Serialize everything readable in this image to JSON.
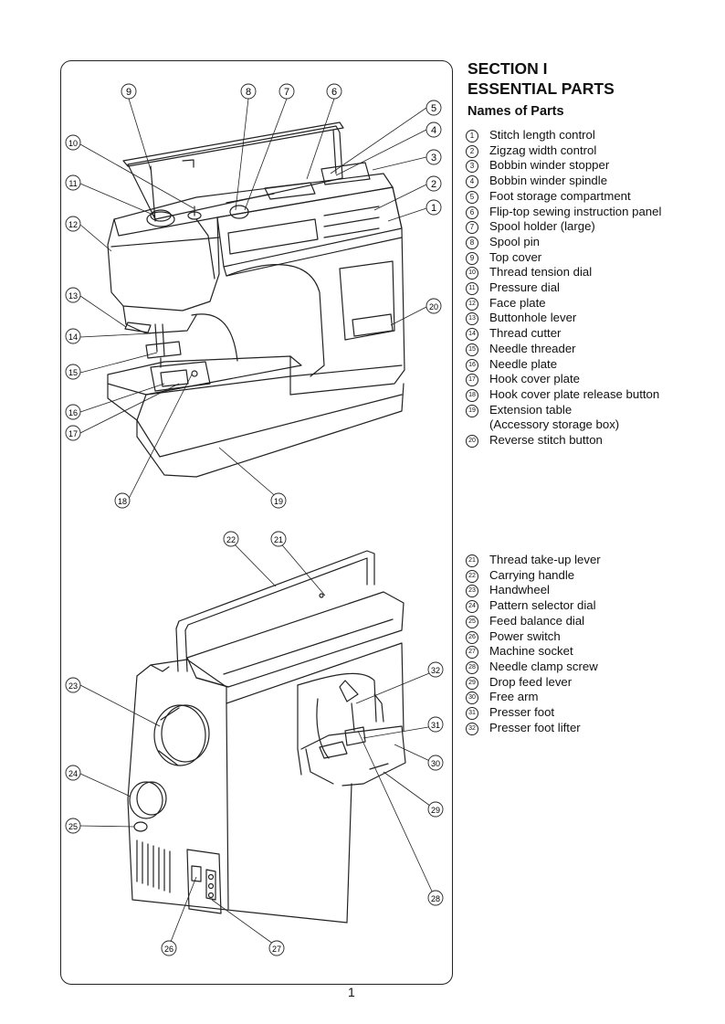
{
  "section": {
    "title_line1": "SECTION I",
    "title_line2": "ESSENTIAL PARTS",
    "subtitle": "Names of Parts"
  },
  "parts_top": [
    {
      "num": "1",
      "label": "Stitch length control"
    },
    {
      "num": "2",
      "label": "Zigzag width control"
    },
    {
      "num": "3",
      "label": "Bobbin winder stopper"
    },
    {
      "num": "4",
      "label": "Bobbin winder spindle"
    },
    {
      "num": "5",
      "label": "Foot storage compartment"
    },
    {
      "num": "6",
      "label": "Flip-top sewing instruction panel"
    },
    {
      "num": "7",
      "label": "Spool holder (large)"
    },
    {
      "num": "8",
      "label": "Spool pin"
    },
    {
      "num": "9",
      "label": "Top cover"
    },
    {
      "num": "10",
      "label": "Thread tension dial"
    },
    {
      "num": "11",
      "label": "Pressure dial"
    },
    {
      "num": "12",
      "label": "Face plate"
    },
    {
      "num": "13",
      "label": "Buttonhole lever"
    },
    {
      "num": "14",
      "label": "Thread cutter"
    },
    {
      "num": "15",
      "label": "Needle threader"
    },
    {
      "num": "16",
      "label": "Needle plate"
    },
    {
      "num": "17",
      "label": "Hook cover plate"
    },
    {
      "num": "18",
      "label": "Hook cover plate release button"
    },
    {
      "num": "19",
      "label": "Extension table",
      "label2": "(Accessory storage box)"
    },
    {
      "num": "20",
      "label": "Reverse stitch button"
    }
  ],
  "parts_bottom": [
    {
      "num": "21",
      "label": "Thread take-up lever"
    },
    {
      "num": "22",
      "label": "Carrying handle"
    },
    {
      "num": "23",
      "label": "Handwheel"
    },
    {
      "num": "24",
      "label": "Pattern selector dial"
    },
    {
      "num": "25",
      "label": "Feed balance dial"
    },
    {
      "num": "26",
      "label": "Power switch"
    },
    {
      "num": "27",
      "label": "Machine socket"
    },
    {
      "num": "28",
      "label": "Needle clamp screw"
    },
    {
      "num": "29",
      "label": "Drop feed lever"
    },
    {
      "num": "30",
      "label": "Free arm"
    },
    {
      "num": "31",
      "label": "Presser foot"
    },
    {
      "num": "32",
      "label": "Presser foot lifter"
    }
  ],
  "page_number": "1"
}
